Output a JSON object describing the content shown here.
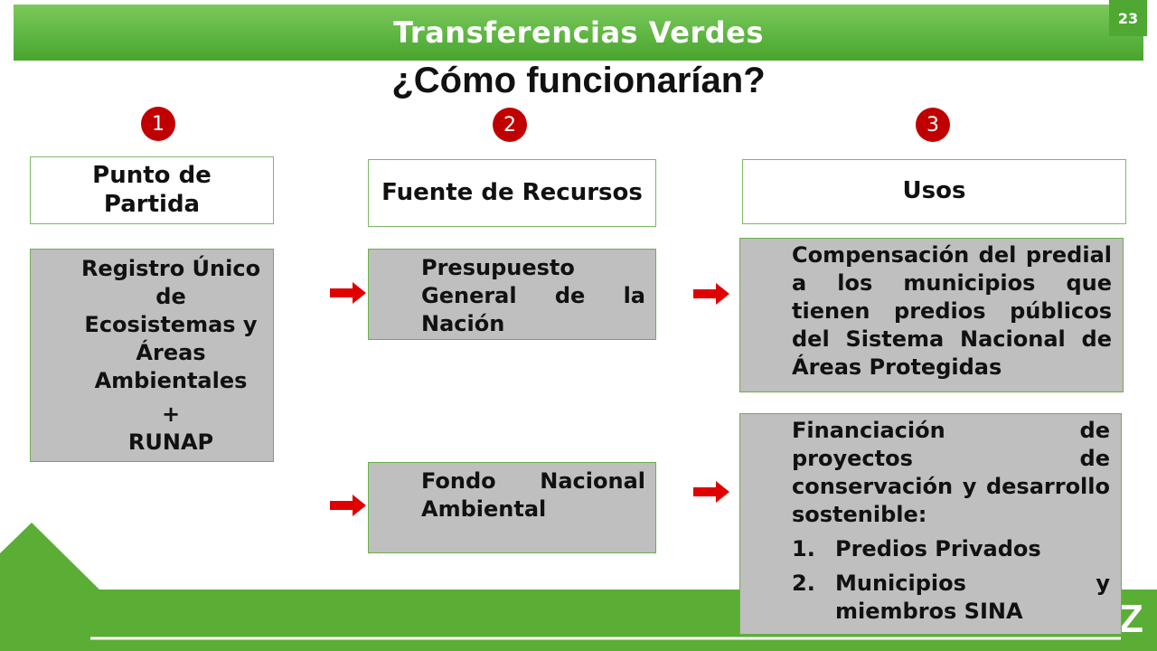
{
  "header": {
    "title": "Transferencias Verdes",
    "page_number": "23"
  },
  "subtitle": "¿Cómo funcionarían?",
  "steps": [
    {
      "number": "1",
      "label": "Punto de Partida",
      "label_line1": "Punto de",
      "label_line2": "Partida"
    },
    {
      "number": "2",
      "label": "Fuente de Recursos"
    },
    {
      "number": "3",
      "label": "Usos"
    }
  ],
  "punto_de_partida": {
    "line1": "Registro Único",
    "line2": "de",
    "line3": "Ecosistemas y",
    "line4": "Áreas",
    "line5": "Ambientales",
    "plus": "+",
    "line6": "RUNAP"
  },
  "fuentes": [
    {
      "text": "Presupuesto General de la Nación"
    },
    {
      "text": "Fondo Nacional Ambiental"
    }
  ],
  "usos": [
    {
      "text": "Compensación del predial a los municipios que tienen predios públicos del Sistema Nacional de Áreas Protegidas"
    },
    {
      "text": "Financiación de proyectos de conservación y desarrollo sostenible:",
      "items": [
        {
          "num": "1.",
          "text": "Predios Privados"
        },
        {
          "num": "2.",
          "text": "Municipios y miembros SINA"
        }
      ]
    }
  ],
  "colors": {
    "brand_green": "#4ea831",
    "badge_red": "#c00000",
    "arrow_red": "#e00000",
    "box_gray": "#bfbfbf"
  },
  "icons": {
    "arrow": "right-arrow-icon",
    "decor_logo_letter": "Z"
  }
}
